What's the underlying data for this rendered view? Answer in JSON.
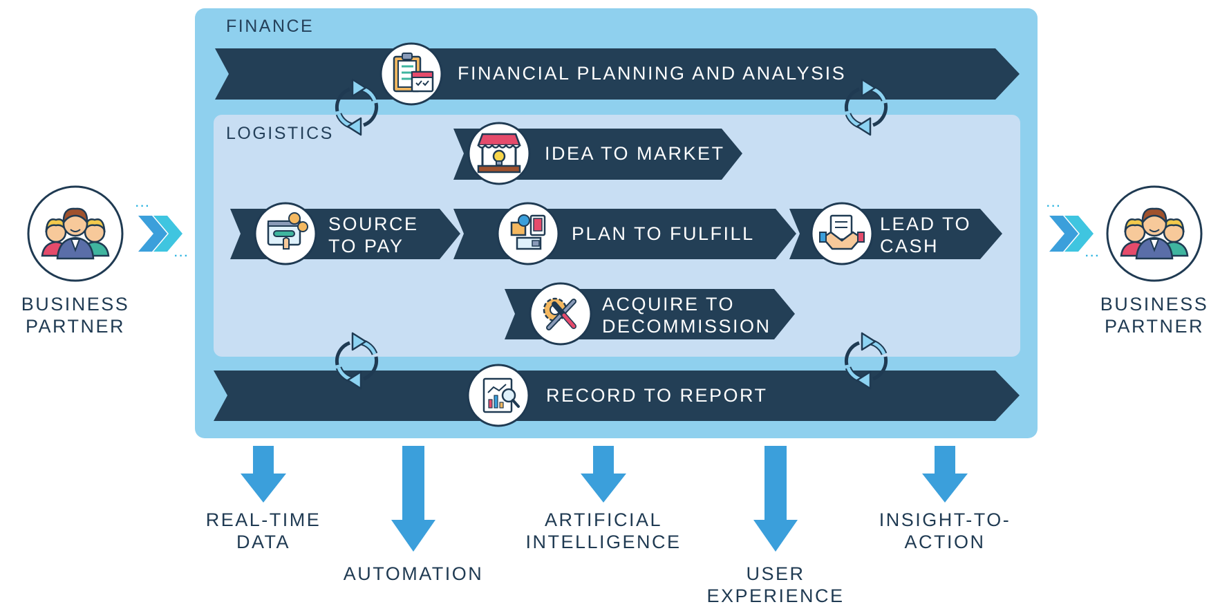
{
  "sections": {
    "finance": "FINANCE",
    "logistics": "LOGISTICS"
  },
  "processes": {
    "fpa": "FINANCIAL PLANNING AND ANALYSIS",
    "idea_to_market": "IDEA TO MARKET",
    "source_to_pay": [
      "SOURCE",
      "TO PAY"
    ],
    "plan_to_fulfill": "PLAN TO FULFILL",
    "lead_to_cash": [
      "LEAD TO",
      "CASH"
    ],
    "acquire_to_decommission": [
      "ACQUIRE TO",
      "DECOMMISSION"
    ],
    "record_to_report": "RECORD TO REPORT"
  },
  "partners": {
    "left": [
      "BUSINESS",
      "PARTNER"
    ],
    "right": [
      "BUSINESS",
      "PARTNER"
    ]
  },
  "outcomes": {
    "real_time_data": [
      "REAL-TIME",
      "DATA"
    ],
    "automation": [
      "AUTOMATION"
    ],
    "artificial_intelligence": [
      "ARTIFICIAL",
      "INTELLIGENCE"
    ],
    "user_experience": [
      "USER",
      "EXPERIENCE"
    ],
    "insight_to_action": [
      "INSIGHT-TO-",
      "ACTION"
    ]
  },
  "icons": {
    "fpa": "planning-clipboard-icon",
    "idea_to_market": "market-stall-icon",
    "source_to_pay": "payment-screen-icon",
    "plan_to_fulfill": "fulfillment-icon",
    "lead_to_cash": "handshake-icon",
    "acquire_to_decommission": "gear-tools-icon",
    "record_to_report": "report-chart-icon",
    "partner": "business-people-icon",
    "cycle": "sync-cycle-icon"
  },
  "colors": {
    "outer_panel": "#8fd0ee",
    "inner_panel": "#c8def3",
    "banner": "#233f56",
    "arrow": "#3b9fdb",
    "text_dark": "#1f3a52"
  }
}
